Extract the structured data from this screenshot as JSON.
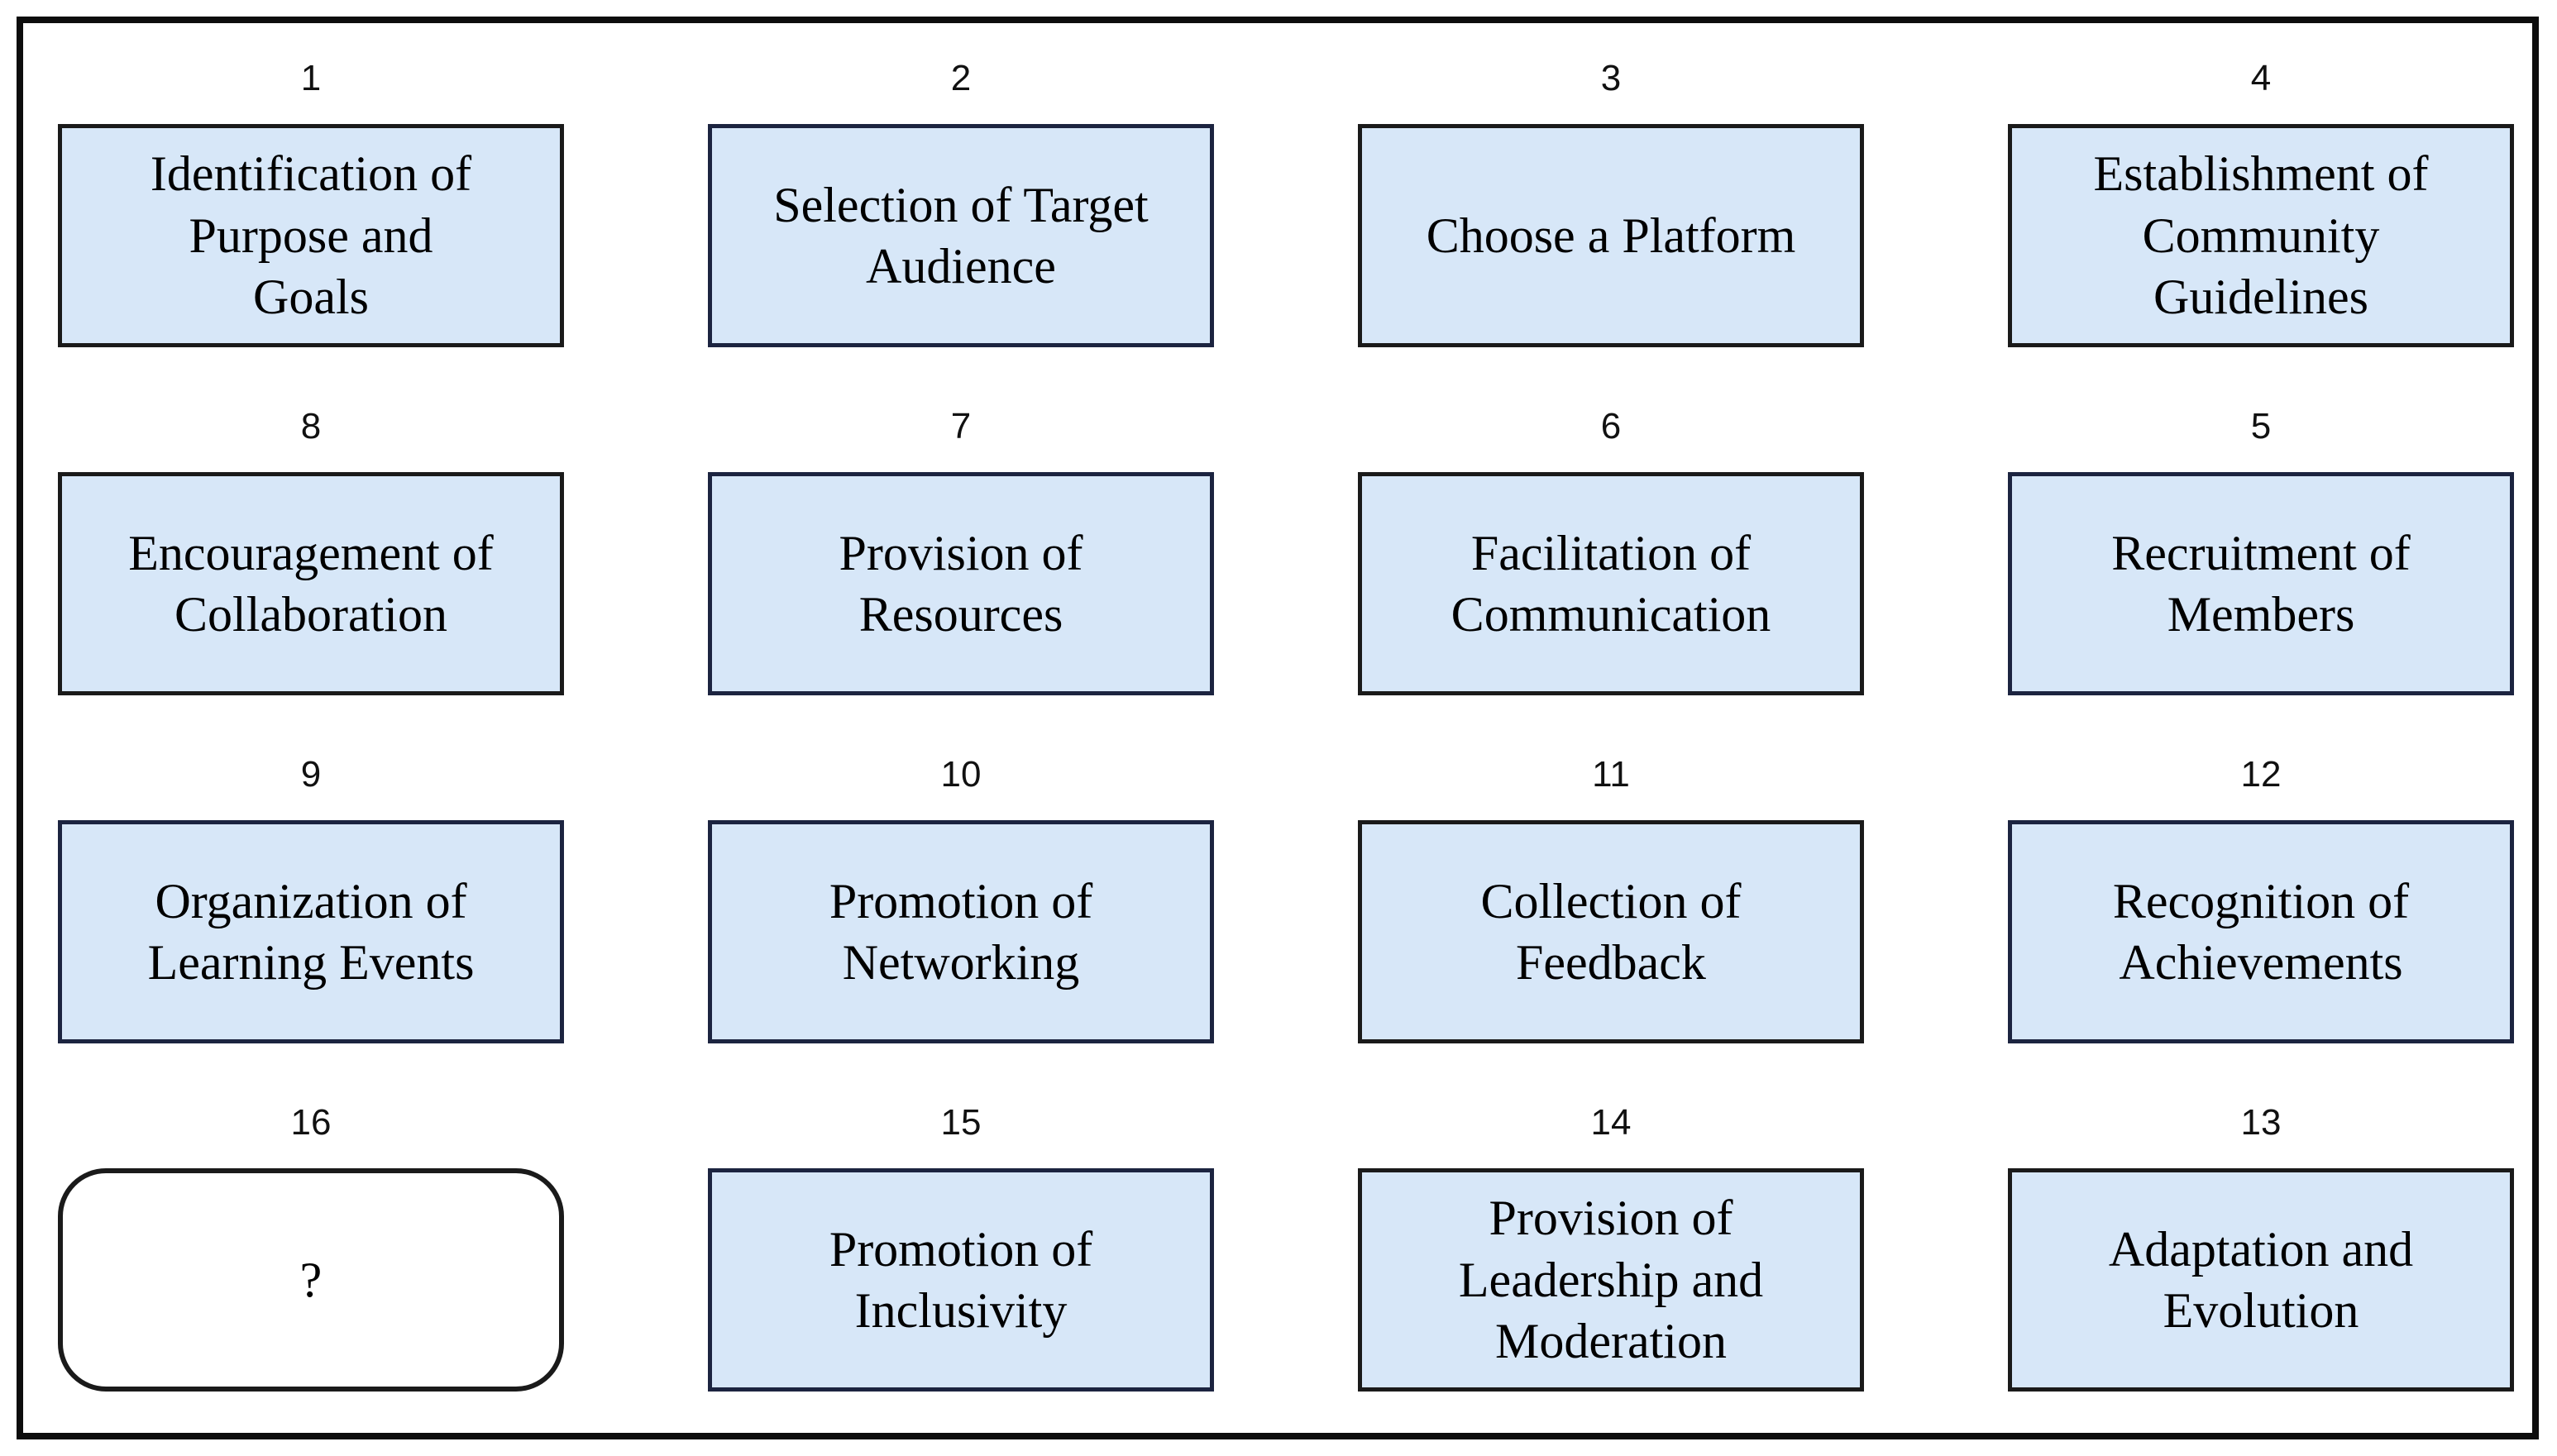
{
  "diagram_title": "",
  "colors": {
    "box_fill_blue": "#d7e7f8",
    "box_fill_white": "#ffffff",
    "border_black": "#1a1a1a",
    "border_navy": "#1c2440",
    "frame_border": "#0d0d0d",
    "text": "#000000"
  },
  "cells": [
    {
      "number": "1",
      "label": "Identification of\nPurpose and\nGoals",
      "shape": "rect",
      "fill": "#d7e7f8",
      "border": "#1a1a1a"
    },
    {
      "number": "2",
      "label": "Selection of Target\nAudience",
      "shape": "rect",
      "fill": "#d7e7f8",
      "border": "#1c2440"
    },
    {
      "number": "3",
      "label": "Choose a Platform",
      "shape": "rect",
      "fill": "#d7e7f8",
      "border": "#1a1a1a"
    },
    {
      "number": "4",
      "label": "Establishment of\nCommunity\nGuidelines",
      "shape": "rect",
      "fill": "#d7e7f8",
      "border": "#1a1a1a"
    },
    {
      "number": "8",
      "label": "Encouragement of\nCollaboration",
      "shape": "rect",
      "fill": "#d7e7f8",
      "border": "#1a1a1a"
    },
    {
      "number": "7",
      "label": "Provision of\nResources",
      "shape": "rect",
      "fill": "#d7e7f8",
      "border": "#1c2440"
    },
    {
      "number": "6",
      "label": "Facilitation of\nCommunication",
      "shape": "rect",
      "fill": "#d7e7f8",
      "border": "#1a1a1a"
    },
    {
      "number": "5",
      "label": "Recruitment of\nMembers",
      "shape": "rect",
      "fill": "#d7e7f8",
      "border": "#1c2440"
    },
    {
      "number": "9",
      "label": "Organization of\nLearning Events",
      "shape": "rect",
      "fill": "#d7e7f8",
      "border": "#1c2440"
    },
    {
      "number": "10",
      "label": "Promotion of\nNetworking",
      "shape": "rect",
      "fill": "#d7e7f8",
      "border": "#1c2440"
    },
    {
      "number": "11",
      "label": "Collection of\nFeedback",
      "shape": "rect",
      "fill": "#d7e7f8",
      "border": "#1a1a1a"
    },
    {
      "number": "12",
      "label": "Recognition of\nAchievements",
      "shape": "rect",
      "fill": "#d7e7f8",
      "border": "#1c2440"
    },
    {
      "number": "16",
      "label": "?",
      "shape": "rounded",
      "fill": "#ffffff",
      "border": "#1a1a1a"
    },
    {
      "number": "15",
      "label": "Promotion of\nInclusivity",
      "shape": "rect",
      "fill": "#d7e7f8",
      "border": "#1c2440"
    },
    {
      "number": "14",
      "label": "Provision of\nLeadership and\nModeration",
      "shape": "rect",
      "fill": "#d7e7f8",
      "border": "#1a1a1a"
    },
    {
      "number": "13",
      "label": "Adaptation and\nEvolution",
      "shape": "rect",
      "fill": "#d7e7f8",
      "border": "#1a1a1a"
    }
  ]
}
